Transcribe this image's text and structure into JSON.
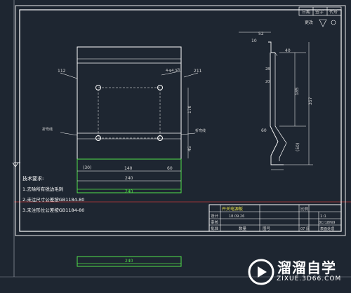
{
  "title_block": {
    "header_cells": [
      "日期",
      "签字",
      "代号"
    ],
    "change_mark": "更改",
    "part_name": "开关电源板",
    "designer_label": "设计",
    "date_value": "18.09.26",
    "audit_label": "审核",
    "approve_label": "批准",
    "qty_label": "数量",
    "drawing_no_label": "图号",
    "scale_label": "比例",
    "scale_value": "1:1",
    "material_value": "0Cr18Ni9",
    "thickness_value": "07 厚",
    "finish_value": "表面处理"
  },
  "front_view": {
    "dims": {
      "left_pad": "(30)",
      "hole_spacing": "140",
      "right_pad": "60",
      "total_width": "240",
      "hole_height": "170",
      "bottom_offset": "45"
    },
    "callouts": {
      "left_bend": "112",
      "right_bend": "211",
      "hole_note": "4-φ4.3孔",
      "left_note": "折弯线",
      "right_note": "折弯线"
    },
    "green_dim": "240"
  },
  "side_view": {
    "dims": {
      "top_width": "52",
      "top_offset": "10",
      "segment": "40",
      "height_main": "185",
      "height_total": "357",
      "inner_top": "28",
      "inner_bottom": "20",
      "lower_height": "(50)",
      "note_value": "60"
    }
  },
  "tech_requirements": {
    "heading": "技术要求:",
    "items": [
      "1.去除所有锐边毛刺",
      "2.未注尺寸公差按GB1184-80",
      "3.未注形位公差按GB1184-80"
    ]
  },
  "bottom_green_dim": "240",
  "watermark": {
    "title": "溜溜自学",
    "url": "ZIXUE.3D66.COM"
  },
  "colors": {
    "background": "#1e2631",
    "lines": "#ffffff",
    "dims_green": "#53e34a",
    "text_yellow": "#e8e24a",
    "hidden_red": "#c03a3a"
  }
}
